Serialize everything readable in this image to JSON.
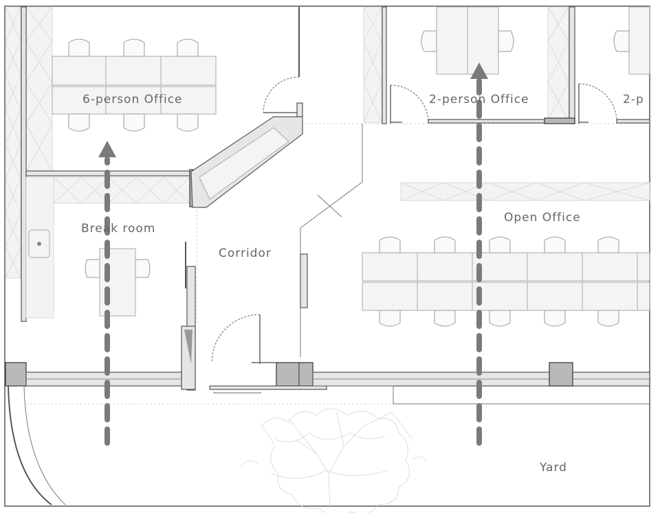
{
  "rooms": {
    "six_person_office": "6-person Office",
    "two_person_office_a": "2-person Office",
    "two_person_office_b": "2-p",
    "break_room": "Break room",
    "corridor": "Corridor",
    "open_office": "Open Office",
    "yard": "Yard"
  },
  "colors": {
    "wall_fill": "#e6e6e6",
    "column_fill": "#b9b9b9",
    "arrow": "#7a7a7a",
    "label": "#666666"
  },
  "icons": {
    "arrow": "upward-route-arrow",
    "chair": "chair-icon",
    "sink": "sink-icon",
    "tree": "tree-icon"
  }
}
